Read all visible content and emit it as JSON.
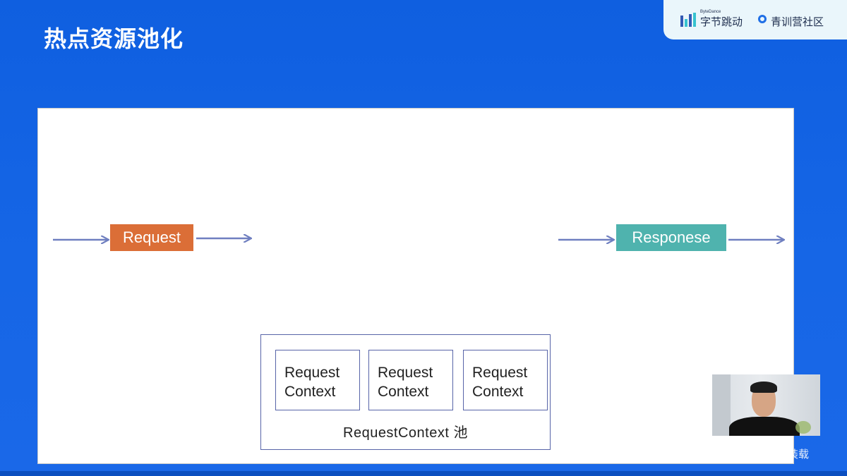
{
  "slide": {
    "title": "热点资源池化"
  },
  "branding": {
    "logo_small": "ByteDance",
    "company": "字节跳动",
    "community": "青训营社区"
  },
  "diagram": {
    "request_label": "Request",
    "response_label": "Responese",
    "contexts": [
      {
        "line1": "Request",
        "line2": "Context"
      },
      {
        "line1": "Request",
        "line2": "Context"
      },
      {
        "line1": "Request",
        "line2": "Context"
      }
    ],
    "pool_label": "RequestContext 池"
  },
  "watermark": "装载",
  "colors": {
    "background": "#1666e6",
    "request_box": "#db6e37",
    "response_box": "#4fb3ae",
    "arrow": "#6f7fc0",
    "pool_border": "#5764a8"
  }
}
